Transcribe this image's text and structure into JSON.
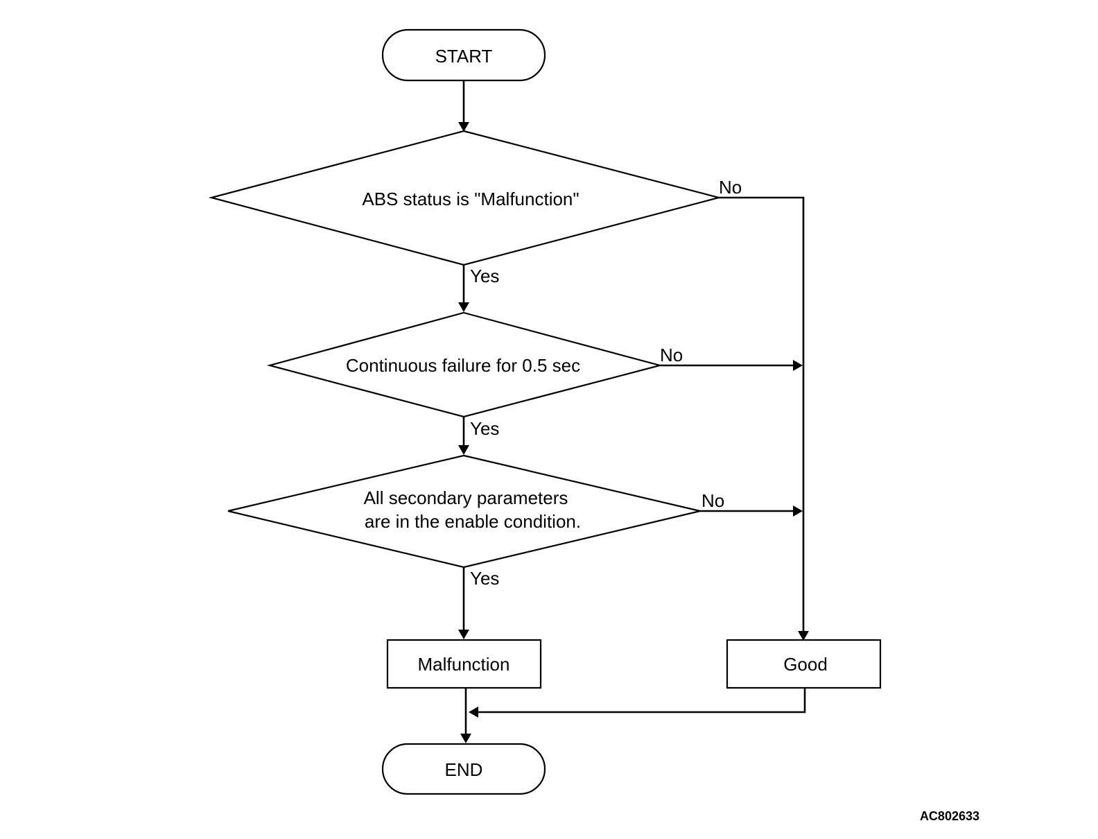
{
  "nodes": {
    "start": "START",
    "decision_abs_status": "ABS status is \"Malfunction\"",
    "decision_continuous_failure": "Continuous failure for 0.5 sec",
    "decision_secondary_params_line1": "All secondary parameters",
    "decision_secondary_params_line2": "are in the enable condition.",
    "result_malfunction": "Malfunction",
    "result_good": "Good",
    "end": "END"
  },
  "branches": {
    "yes": "Yes",
    "no": "No"
  },
  "figure_id": "AC802633"
}
